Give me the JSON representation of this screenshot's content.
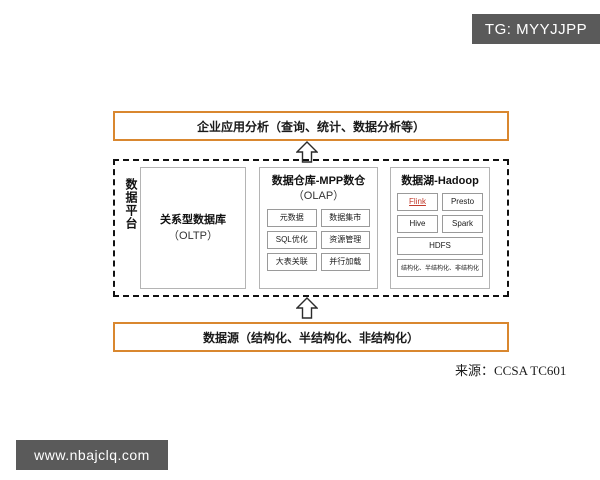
{
  "watermarks": {
    "tag": "TG: MYYJJPP",
    "site": "www.nbajclq.com"
  },
  "colors": {
    "banner_border": "#d9872f",
    "platform_border": "#111111",
    "panel_border": "#b4b4b4",
    "watermark_bg": "#5a5a5a",
    "accent_red": "#c23a2b"
  },
  "banners": {
    "top": "企业应用分析（查询、统计、数据分析等）",
    "bottom": "数据源（结构化、半结构化、非结构化）"
  },
  "platform": {
    "label": "数据平台"
  },
  "panels": {
    "oltp": {
      "title": "关系型数据库",
      "subtitle": "（OLTP）"
    },
    "mpp": {
      "title": "数据仓库-MPP数仓",
      "subtitle": "（OLAP）",
      "cells": [
        "元数据",
        "数据集市",
        "SQL优化",
        "资源管理",
        "大表关联",
        "并行加载"
      ]
    },
    "lake": {
      "title": "数据湖-Hadoop",
      "cells": [
        "Flink",
        "Presto",
        "Hive",
        "Spark"
      ],
      "hdfs": "HDFS",
      "formats": "结构化、半结构化、非结构化"
    }
  },
  "source": {
    "caption": "来源：CCSA TC601"
  }
}
